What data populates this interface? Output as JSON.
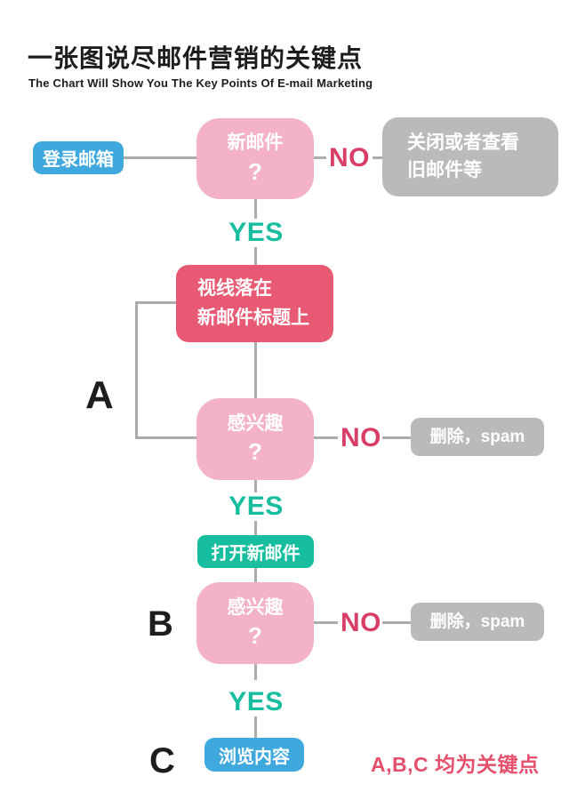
{
  "header": {
    "title": "一张图说尽邮件营销的关键点",
    "subtitle": "The Chart Will Show You The Key Points Of E-mail Marketing"
  },
  "colors": {
    "action_blue": "#3fa9de",
    "action_teal": "#16bd9f",
    "decision_pink": "#f4b2c9",
    "highlight_rose": "#e85a73",
    "outcome_gray": "#bababa",
    "yes_teal": "#16bd9f",
    "no_red": "#d83f68",
    "note_red": "#e4506c",
    "connector_gray": "#ababab"
  },
  "flow": {
    "yes": "YES",
    "no": "NO",
    "login": "登录邮箱",
    "new_mail_question": {
      "text": "新邮件",
      "mark": "?"
    },
    "close_old_mail": {
      "line1": "关闭或者查看",
      "line2": "旧邮件等"
    },
    "gaze_title": {
      "line1": "视线落在",
      "line2": "新邮件标题上"
    },
    "interested_question": {
      "text": "感兴趣",
      "mark": "?"
    },
    "delete_spam": "删除，spam",
    "open_mail": "打开新邮件",
    "browse_content": "浏览内容",
    "marker_a": "A",
    "marker_b": "B",
    "marker_c": "C",
    "note": "A,B,C 均为关键点"
  }
}
